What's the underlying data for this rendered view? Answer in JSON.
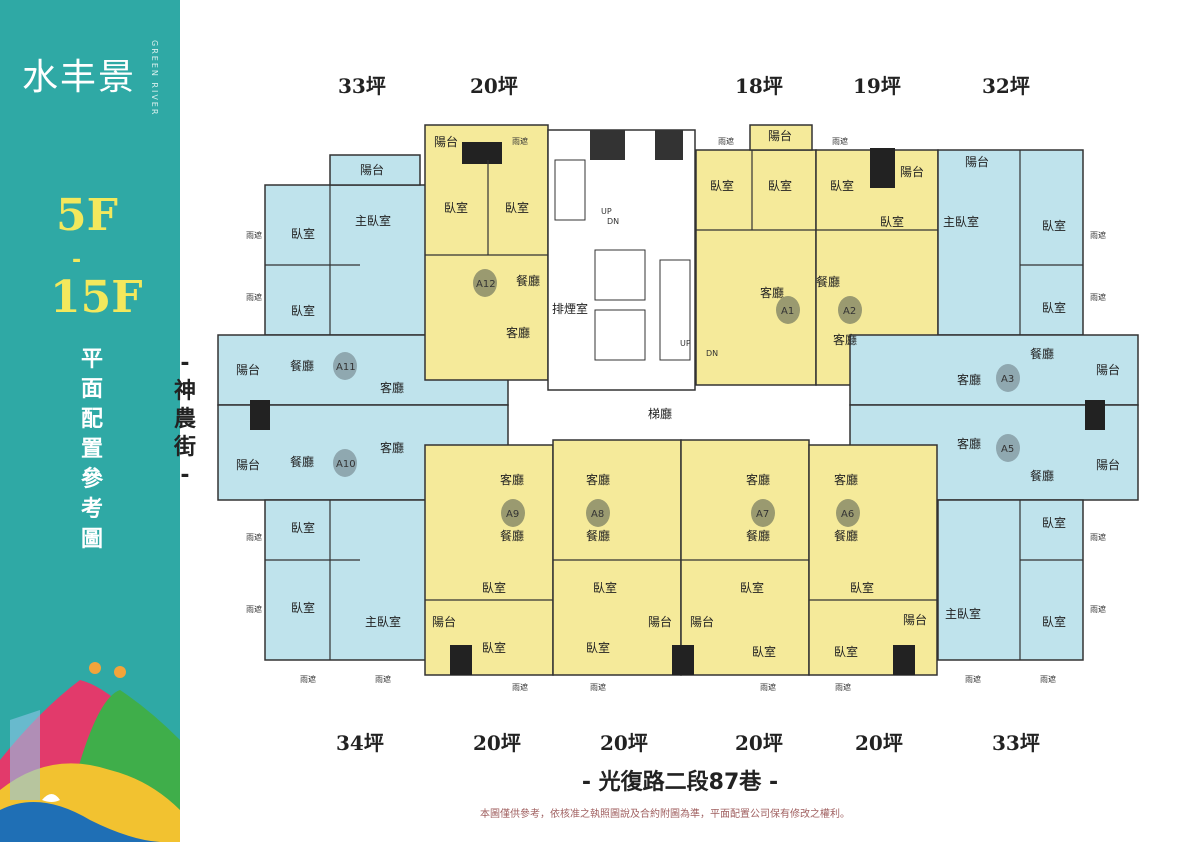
{
  "brand": {
    "name": "水丰景",
    "sub": "GREEN RIVER"
  },
  "floors": {
    "top": "5F",
    "dash": "-",
    "bottom": "15F"
  },
  "title": [
    "平",
    "面",
    "配",
    "置",
    "參",
    "考",
    "圖"
  ],
  "street_left": [
    "-",
    "神",
    "農",
    "街",
    "-"
  ],
  "street_bottom": "- 光復路二段87巷 -",
  "disclaimer": "本圖僅供參考，依核准之執照圖說及合約附圖為準，平面配置公司保有修改之權利。",
  "areas_top": [
    "33坪",
    "20坪",
    "18坪",
    "19坪",
    "32坪"
  ],
  "areas_bottom": [
    "34坪",
    "20坪",
    "20坪",
    "20坪",
    "20坪",
    "33坪"
  ],
  "colors": {
    "teal": "#2fa9a5",
    "blue": "#bfe3ec",
    "yellow": "#f5ea9a",
    "core": "#ffffff"
  },
  "rooms": {
    "bedroom": "臥室",
    "master": "主臥室",
    "balcony": "陽台",
    "dining": "餐廳",
    "living": "客廳",
    "awning": "雨遮",
    "exhaust": "排煙室",
    "hall": "梯廳",
    "up": "UP",
    "dn": "DN"
  },
  "units": [
    "A1",
    "A2",
    "A3",
    "A5",
    "A6",
    "A7",
    "A8",
    "A9",
    "A10",
    "A11",
    "A12"
  ]
}
